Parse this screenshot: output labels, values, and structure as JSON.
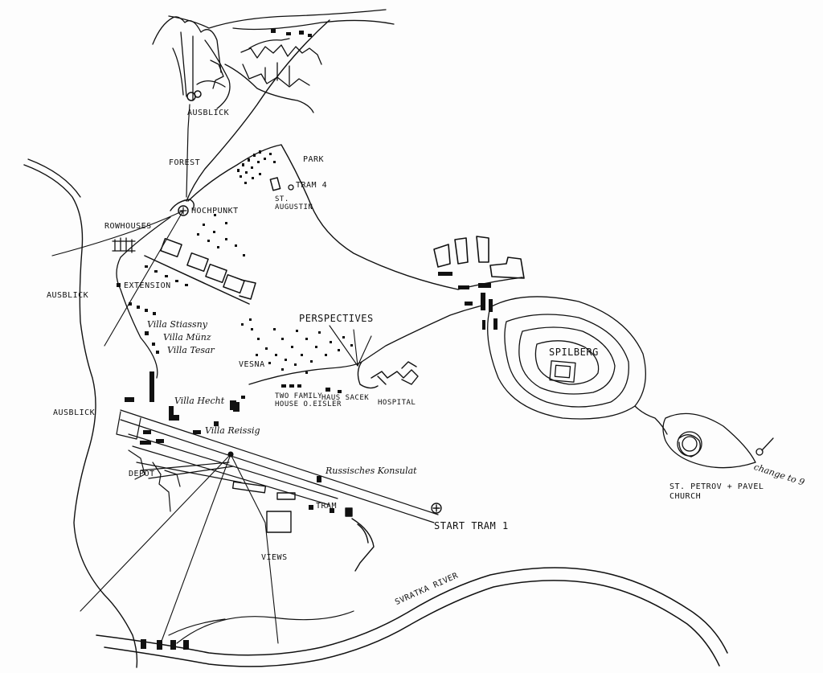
{
  "map": {
    "labels": {
      "ausblick_top": "AUSBLICK",
      "forest": "FOREST",
      "park": "PARK",
      "tram_4": "TRAM 4",
      "st_augustin": "ST.\nAUGUSTIN",
      "hochpunkt": "HOCHPUNKT",
      "rowhouses": "ROWHOUSES",
      "ausblick_left": "AUSBLICK",
      "extension": "EXTENSION",
      "villa_stiassny": "Villa Stiassny",
      "villa_munz": "Villa Münz",
      "villa_tesar": "Villa Tesar",
      "perspectives": "PERSPECTIVES",
      "vesna": "VESNA",
      "spilberg": "SPILBERG",
      "two_family_house": "TWO FAMILY\nHOUSE O.EISLER",
      "haus_sacek": "HAUS SACEK",
      "hospital": "HOSPITAL",
      "ausblick_lower": "AUSBLICK",
      "villa_hecht": "Villa Hecht",
      "villa_reissig": "Villa Reissig",
      "depot": "DEPOT",
      "russisches_konsulat": "Russisches Konsulat",
      "tram_label": "TRAM",
      "start_tram_1": "START TRAM 1",
      "views": "VIEWS",
      "svratka_river": "SVRATKA RIVER",
      "st_petrov_pavel": "ST. PETROV + PAVEL\nCHURCH",
      "change_to_9": "change to 9"
    },
    "colors": {
      "ink": "#111111",
      "paper": "#fdfdfd"
    }
  }
}
